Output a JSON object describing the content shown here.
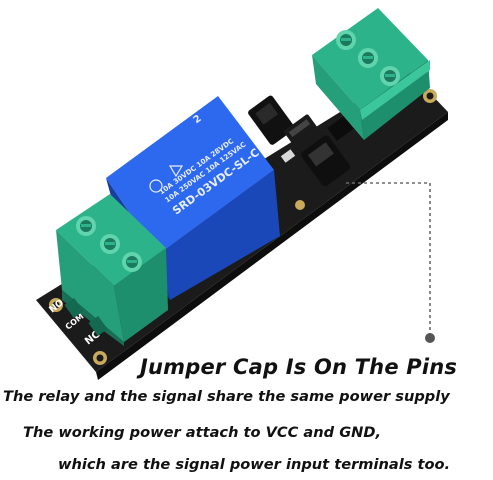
{
  "captions": {
    "title": "Jumper Cap Is On The Pins",
    "line1": "The relay and the signal share the same power supply",
    "line2": "The working power attach to VCC and  GND,",
    "line3": "which are the signal power input terminals too."
  },
  "relay": {
    "model": "SRD-03VDC-SL-C",
    "rating1": "10A 250VAC  10A 125VAC",
    "rating2": "10A 30VDC  10A 28VDC",
    "pin_number": "2"
  },
  "board_labels": {
    "nc": "NC",
    "com": "COM",
    "no": "NO"
  },
  "colors": {
    "board": "#1b1b1b",
    "relay_blue": "#1f57d6",
    "terminal_green": "#2db38a",
    "caption_text": "#111111"
  }
}
